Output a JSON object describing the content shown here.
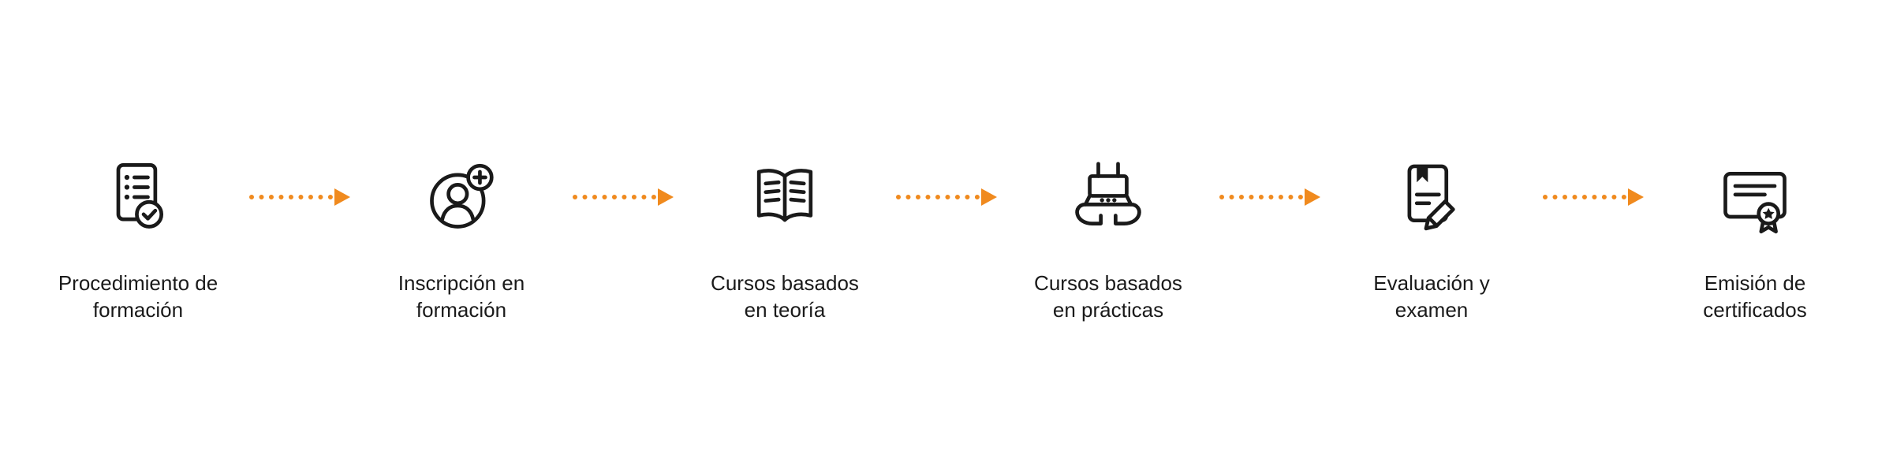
{
  "diagram": {
    "type": "horizontal-process-flow",
    "colors": {
      "arrow": "#F08A1E",
      "icon": "#1A1A1A",
      "text": "#1A1A1A",
      "background": "#FFFFFF"
    },
    "steps": [
      {
        "icon": "procedure-checklist-check-icon",
        "line1": "Procedimiento de",
        "line2": "formación"
      },
      {
        "icon": "enrollment-add-user-icon",
        "line1": "Inscripción en",
        "line2": "formación"
      },
      {
        "icon": "theory-open-book-icon",
        "line1": "Cursos basados",
        "line2": "en teoría"
      },
      {
        "icon": "practice-hands-device-icon",
        "line1": "Cursos basados",
        "line2": "en prácticas"
      },
      {
        "icon": "evaluation-exam-pencil-icon",
        "line1": "Evaluación y",
        "line2": "examen"
      },
      {
        "icon": "certificate-ribbon-icon",
        "line1": "Emisión de",
        "line2": "certificados"
      }
    ]
  }
}
